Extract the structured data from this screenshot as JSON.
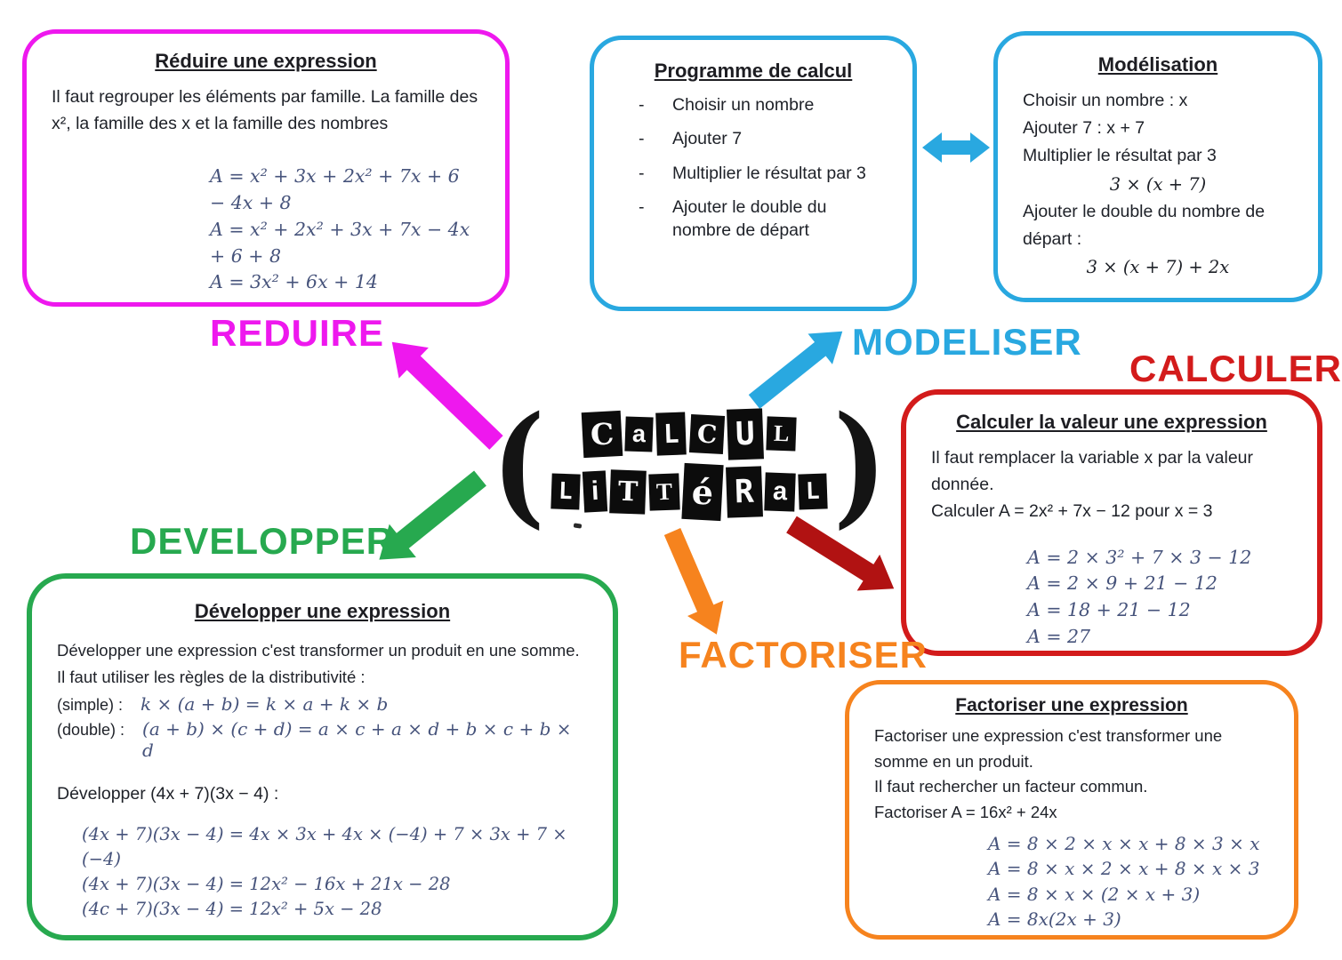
{
  "colors": {
    "magenta": "#ee18ee",
    "cyan": "#29a8e0",
    "green": "#27a94f",
    "orange": "#f6831e",
    "red": "#d31b1b",
    "dark_red": "#b11212",
    "ink": "#1e2128",
    "math": "#46537b"
  },
  "labels": {
    "reduire": "REDUIRE",
    "modeliser": "MODELISER",
    "calculer": "CALCULER",
    "developper": "DEVELOPPER",
    "factoriser": "FACTORISER"
  },
  "center": {
    "paren_open": "(",
    "paren_close": ")",
    "word1": [
      "C",
      "a",
      "L",
      "C",
      "U",
      "L"
    ],
    "word2": [
      "L",
      "i",
      "T",
      "T",
      "é",
      "R",
      "a",
      "L"
    ]
  },
  "boxes": {
    "reduire": {
      "title": "Réduire une expression",
      "body": "Il faut regrouper les éléments par famille. La famille des x², la famille des x et la famille des nombres",
      "equations": [
        "A = x² + 3x + 2x² + 7x + 6 − 4x + 8",
        "A = x² + 2x² + 3x + 7x − 4x + 6 + 8",
        "A = 3x² + 6x + 14"
      ]
    },
    "programme": {
      "title": "Programme de calcul",
      "bullet": "-",
      "items": [
        "Choisir un nombre",
        "Ajouter 7",
        "Multiplier le résultat par 3",
        "Ajouter le double du nombre de départ"
      ]
    },
    "modelisation": {
      "title": "Modélisation",
      "line1": "Choisir un nombre : x",
      "line2": "Ajouter 7 : x + 7",
      "line3": "Multiplier le résultat par 3",
      "line4": "3 × (x + 7)",
      "line5": "Ajouter le double du nombre de départ :",
      "line6": "3 × (x + 7) + 2x"
    },
    "calculer": {
      "title": "Calculer la valeur une expression",
      "body1": "Il faut remplacer la variable x par la valeur donnée.",
      "body2": "Calculer A = 2x² + 7x − 12 pour x = 3",
      "equations": [
        "A = 2 × 3² + 7 × 3 − 12",
        "A = 2 × 9 + 21 − 12",
        "A = 18 + 21 − 12",
        "A = 27"
      ]
    },
    "developper": {
      "title": "Développer une expression",
      "body1": "Développer une expression c'est transformer un produit en une somme.",
      "body2": "Il faut utiliser les règles de la distributivité :",
      "simple_label": "(simple) :",
      "simple_formula": "k × (a + b) = k × a + k × b",
      "double_label": "(double) :",
      "double_formula": "(a + b) × (c + d) = a × c + a × d + b × c + b × d",
      "example_intro": "Développer (4x + 7)(3x − 4) :",
      "equations": [
        "(4x + 7)(3x − 4) = 4x × 3x + 4x × (−4) + 7 × 3x + 7 × (−4)",
        "(4x + 7)(3x − 4) = 12x² − 16x + 21x − 28",
        "(4c + 7)(3x − 4) = 12x² + 5x − 28"
      ]
    },
    "factoriser": {
      "title": "Factoriser une expression",
      "body1": "Factoriser une expression c'est transformer une somme en un produit.",
      "body2": "Il faut rechercher un facteur commun.",
      "body3": "Factoriser A = 16x² + 24x",
      "equations": [
        "A = 8 × 2 × x × x + 8 × 3 × x",
        "A = 8 × x × 2 × x + 8 × x × 3",
        "A = 8 × x × (2 × x + 3)",
        "A = 8x(2x + 3)"
      ]
    }
  }
}
